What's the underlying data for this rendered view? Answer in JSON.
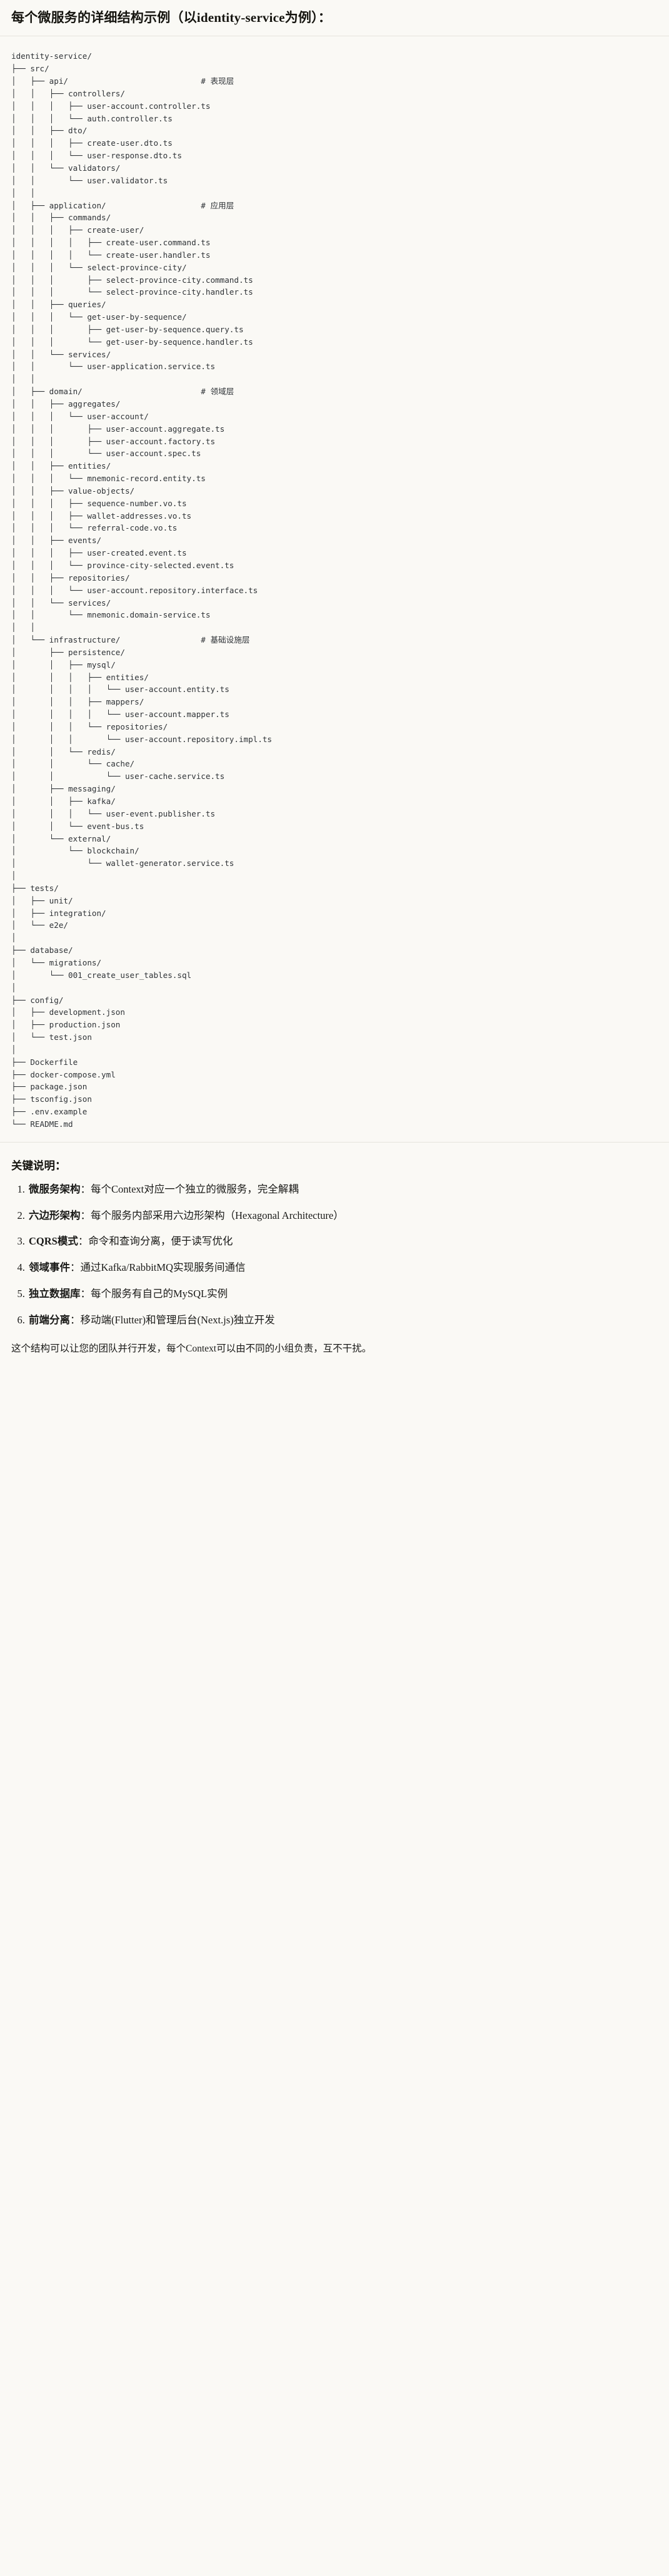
{
  "header": {
    "title": "每个微服务的详细结构示例（以identity-service为例）："
  },
  "tree": {
    "root": "identity-service/",
    "comment_column": 40,
    "lines": [
      {
        "text": "identity-service/",
        "comment": ""
      },
      {
        "text": "├── src/",
        "comment": ""
      },
      {
        "text": "│   ├── api/",
        "comment": "# 表现层"
      },
      {
        "text": "│   │   ├── controllers/",
        "comment": ""
      },
      {
        "text": "│   │   │   ├── user-account.controller.ts",
        "comment": ""
      },
      {
        "text": "│   │   │   └── auth.controller.ts",
        "comment": ""
      },
      {
        "text": "│   │   ├── dto/",
        "comment": ""
      },
      {
        "text": "│   │   │   ├── create-user.dto.ts",
        "comment": ""
      },
      {
        "text": "│   │   │   └── user-response.dto.ts",
        "comment": ""
      },
      {
        "text": "│   │   └── validators/",
        "comment": ""
      },
      {
        "text": "│   │       └── user.validator.ts",
        "comment": ""
      },
      {
        "text": "│   │",
        "comment": ""
      },
      {
        "text": "│   ├── application/",
        "comment": "# 应用层"
      },
      {
        "text": "│   │   ├── commands/",
        "comment": ""
      },
      {
        "text": "│   │   │   ├── create-user/",
        "comment": ""
      },
      {
        "text": "│   │   │   │   ├── create-user.command.ts",
        "comment": ""
      },
      {
        "text": "│   │   │   │   └── create-user.handler.ts",
        "comment": ""
      },
      {
        "text": "│   │   │   └── select-province-city/",
        "comment": ""
      },
      {
        "text": "│   │   │       ├── select-province-city.command.ts",
        "comment": ""
      },
      {
        "text": "│   │   │       └── select-province-city.handler.ts",
        "comment": ""
      },
      {
        "text": "│   │   ├── queries/",
        "comment": ""
      },
      {
        "text": "│   │   │   └── get-user-by-sequence/",
        "comment": ""
      },
      {
        "text": "│   │   │       ├── get-user-by-sequence.query.ts",
        "comment": ""
      },
      {
        "text": "│   │   │       └── get-user-by-sequence.handler.ts",
        "comment": ""
      },
      {
        "text": "│   │   └── services/",
        "comment": ""
      },
      {
        "text": "│   │       └── user-application.service.ts",
        "comment": ""
      },
      {
        "text": "│   │",
        "comment": ""
      },
      {
        "text": "│   ├── domain/",
        "comment": "# 领域层"
      },
      {
        "text": "│   │   ├── aggregates/",
        "comment": ""
      },
      {
        "text": "│   │   │   └── user-account/",
        "comment": ""
      },
      {
        "text": "│   │   │       ├── user-account.aggregate.ts",
        "comment": ""
      },
      {
        "text": "│   │   │       ├── user-account.factory.ts",
        "comment": ""
      },
      {
        "text": "│   │   │       └── user-account.spec.ts",
        "comment": ""
      },
      {
        "text": "│   │   ├── entities/",
        "comment": ""
      },
      {
        "text": "│   │   │   └── mnemonic-record.entity.ts",
        "comment": ""
      },
      {
        "text": "│   │   ├── value-objects/",
        "comment": ""
      },
      {
        "text": "│   │   │   ├── sequence-number.vo.ts",
        "comment": ""
      },
      {
        "text": "│   │   │   ├── wallet-addresses.vo.ts",
        "comment": ""
      },
      {
        "text": "│   │   │   └── referral-code.vo.ts",
        "comment": ""
      },
      {
        "text": "│   │   ├── events/",
        "comment": ""
      },
      {
        "text": "│   │   │   ├── user-created.event.ts",
        "comment": ""
      },
      {
        "text": "│   │   │   └── province-city-selected.event.ts",
        "comment": ""
      },
      {
        "text": "│   │   ├── repositories/",
        "comment": ""
      },
      {
        "text": "│   │   │   └── user-account.repository.interface.ts",
        "comment": ""
      },
      {
        "text": "│   │   └── services/",
        "comment": ""
      },
      {
        "text": "│   │       └── mnemonic.domain-service.ts",
        "comment": ""
      },
      {
        "text": "│   │",
        "comment": ""
      },
      {
        "text": "│   └── infrastructure/",
        "comment": "# 基础设施层"
      },
      {
        "text": "│       ├── persistence/",
        "comment": ""
      },
      {
        "text": "│       │   ├── mysql/",
        "comment": ""
      },
      {
        "text": "│       │   │   ├── entities/",
        "comment": ""
      },
      {
        "text": "│       │   │   │   └── user-account.entity.ts",
        "comment": ""
      },
      {
        "text": "│       │   │   ├── mappers/",
        "comment": ""
      },
      {
        "text": "│       │   │   │   └── user-account.mapper.ts",
        "comment": ""
      },
      {
        "text": "│       │   │   └── repositories/",
        "comment": ""
      },
      {
        "text": "│       │   │       └── user-account.repository.impl.ts",
        "comment": ""
      },
      {
        "text": "│       │   └── redis/",
        "comment": ""
      },
      {
        "text": "│       │       └── cache/",
        "comment": ""
      },
      {
        "text": "│       │           └── user-cache.service.ts",
        "comment": ""
      },
      {
        "text": "│       ├── messaging/",
        "comment": ""
      },
      {
        "text": "│       │   ├── kafka/",
        "comment": ""
      },
      {
        "text": "│       │   │   └── user-event.publisher.ts",
        "comment": ""
      },
      {
        "text": "│       │   └── event-bus.ts",
        "comment": ""
      },
      {
        "text": "│       └── external/",
        "comment": ""
      },
      {
        "text": "│           └── blockchain/",
        "comment": ""
      },
      {
        "text": "│               └── wallet-generator.service.ts",
        "comment": ""
      },
      {
        "text": "│",
        "comment": ""
      },
      {
        "text": "├── tests/",
        "comment": ""
      },
      {
        "text": "│   ├── unit/",
        "comment": ""
      },
      {
        "text": "│   ├── integration/",
        "comment": ""
      },
      {
        "text": "│   └── e2e/",
        "comment": ""
      },
      {
        "text": "│",
        "comment": ""
      },
      {
        "text": "├── database/",
        "comment": ""
      },
      {
        "text": "│   └── migrations/",
        "comment": ""
      },
      {
        "text": "│       └── 001_create_user_tables.sql",
        "comment": ""
      },
      {
        "text": "│",
        "comment": ""
      },
      {
        "text": "├── config/",
        "comment": ""
      },
      {
        "text": "│   ├── development.json",
        "comment": ""
      },
      {
        "text": "│   ├── production.json",
        "comment": ""
      },
      {
        "text": "│   └── test.json",
        "comment": ""
      },
      {
        "text": "│",
        "comment": ""
      },
      {
        "text": "├── Dockerfile",
        "comment": ""
      },
      {
        "text": "├── docker-compose.yml",
        "comment": ""
      },
      {
        "text": "├── package.json",
        "comment": ""
      },
      {
        "text": "├── tsconfig.json",
        "comment": ""
      },
      {
        "text": "├── .env.example",
        "comment": ""
      },
      {
        "text": "└── README.md",
        "comment": ""
      }
    ]
  },
  "notes": {
    "title": "关键说明：",
    "items": [
      {
        "key": "微服务架构",
        "sep": "：",
        "text": "每个Context对应一个独立的微服务，完全解耦"
      },
      {
        "key": "六边形架构",
        "sep": "：",
        "text": "每个服务内部采用六边形架构（Hexagonal Architecture）"
      },
      {
        "key": "CQRS模式",
        "sep": "：",
        "text": "命令和查询分离，便于读写优化"
      },
      {
        "key": "领域事件",
        "sep": "：",
        "text": "通过Kafka/RabbitMQ实现服务间通信"
      },
      {
        "key": "独立数据库",
        "sep": "：",
        "text": "每个服务有自己的MySQL实例"
      },
      {
        "key": "前端分离",
        "sep": "：",
        "text": "移动端(Flutter)和管理后台(Next.js)独立开发"
      }
    ],
    "closing": "这个结构可以让您的团队并行开发，每个Context可以由不同的小组负责，互不干扰。"
  },
  "colors": {
    "background": "#faf9f5",
    "text": "#1a1a18",
    "code_text": "#2f3337",
    "rule": "#e6e4dc"
  }
}
